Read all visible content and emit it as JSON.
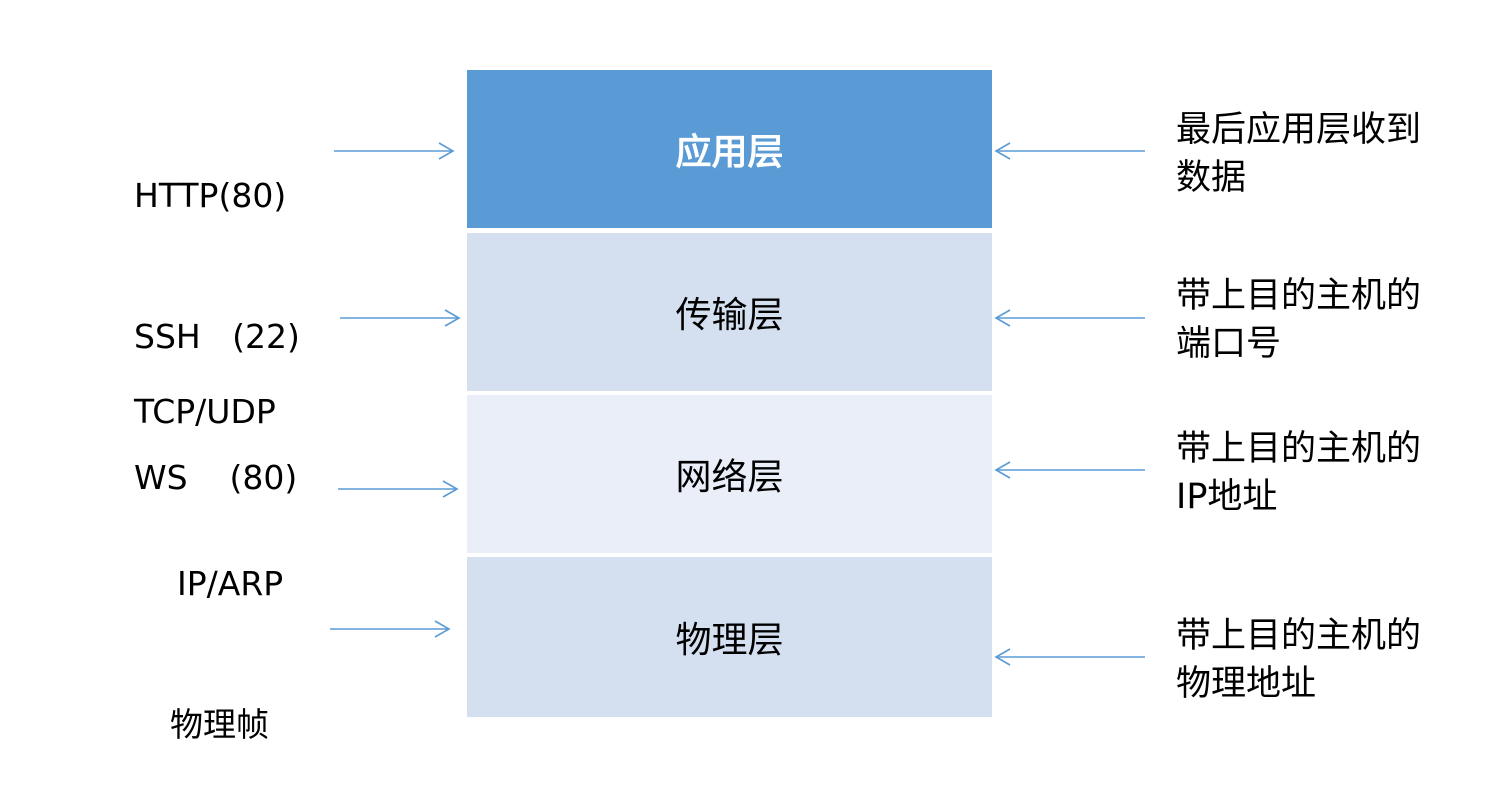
{
  "colors": {
    "application": "#5b9bd5",
    "transport": "#d4dff0",
    "network": "#e9eef8",
    "physical": "#d4dff0",
    "arrow": "#5b9bd5"
  },
  "layers": [
    {
      "label": "应用层"
    },
    {
      "label": "传输层"
    },
    {
      "label": "网络层"
    },
    {
      "label": "物理层"
    }
  ],
  "left_labels": {
    "application": [
      "HTTP(80)",
      "SSH   (22)",
      "WS    (80)"
    ],
    "transport": [
      "TCP/UDP"
    ],
    "network": [
      "IP/ARP"
    ],
    "physical": [
      "物理帧"
    ]
  },
  "right_labels": {
    "application": [
      "最后应用层收到",
      "数据"
    ],
    "transport": [
      "带上目的主机的",
      "端口号"
    ],
    "network": [
      "带上目的主机的",
      "IP地址"
    ],
    "physical": [
      "带上目的主机的",
      "物理地址"
    ]
  }
}
